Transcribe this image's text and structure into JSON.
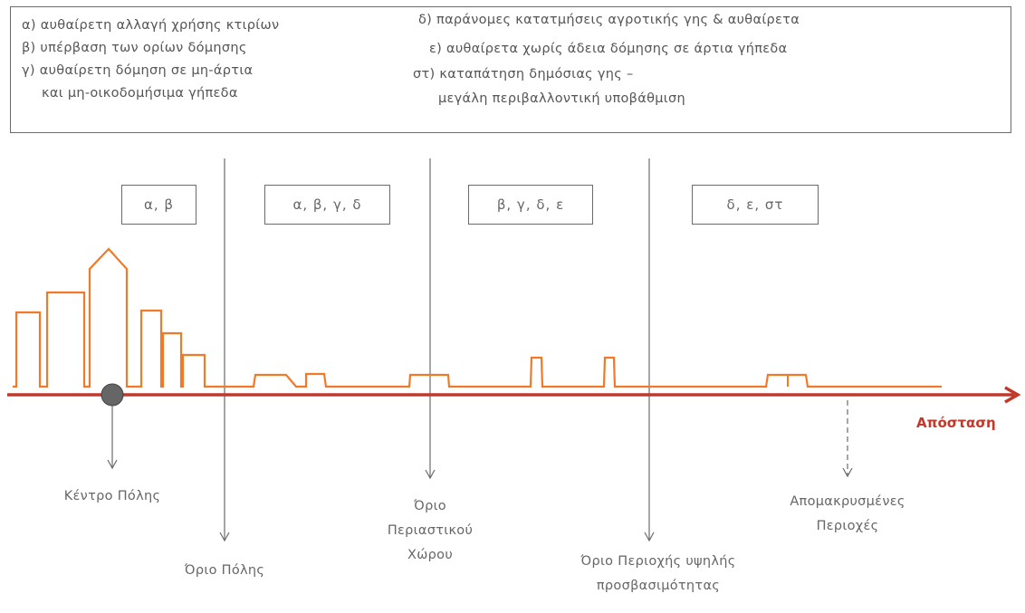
{
  "legend": {
    "items": [
      "α) αυθαίρετη αλλαγή χρήσης κτιρίων",
      "β) υπέρβαση των ορίων δόμησης",
      "γ) αυθαίρετη δόμηση σε μη-άρτια",
      "και μη-οικοδομήσιμα γήπεδα",
      "δ) παράνομες κατατμήσεις αγροτικής γης & αυθαίρετα",
      "ε) αυθαίρετα χωρίς άδεια δόμησης σε άρτια γήπεδα",
      "στ) καταπάτηση δημόσιας γης –",
      "μεγάλη περιβαλλοντική υποβάθμιση"
    ]
  },
  "zones": [
    "α, β",
    "α, β, γ, δ",
    "β, γ, δ, ε",
    "δ, ε, στ"
  ],
  "axis": {
    "label": "Απόσταση"
  },
  "markers": {
    "city_center": "Κέντρο Πόλης",
    "city_limit": "Όριο Πόλης",
    "periurban_limit": [
      "Όριο",
      "Περιαστικού",
      "Χώρου"
    ],
    "high_access_limit": [
      "Όριο Περιοχής υψηλής",
      "προσβασιμότητας"
    ],
    "remote_areas": [
      "Απομακρυσμένες",
      "Περιοχές"
    ]
  },
  "colors": {
    "skyline": "#f07a2a",
    "axis": "#c0392b",
    "lines": "#6b6b6b",
    "dot": "#666666"
  }
}
